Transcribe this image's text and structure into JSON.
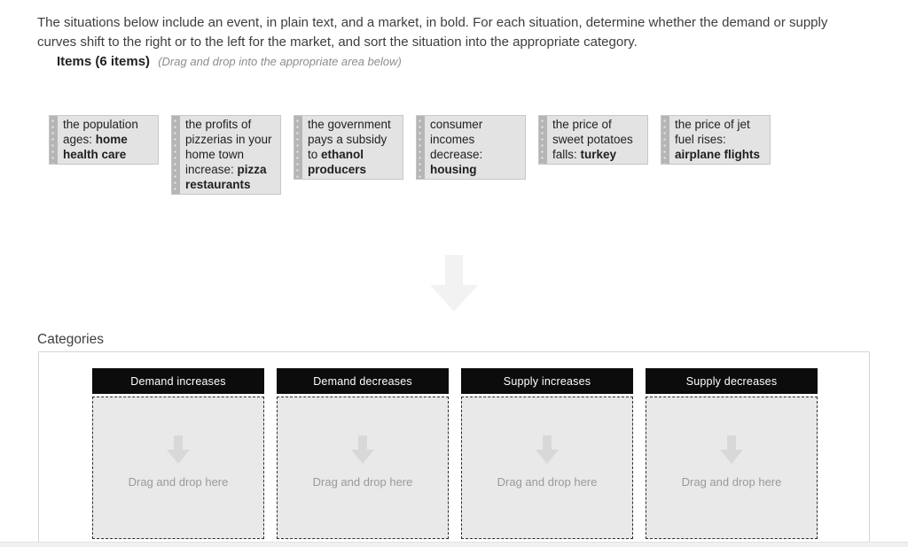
{
  "instructions": {
    "text": "The situations below include an event, in plain text, and a market, in bold. For each situation, determine whether the demand or supply curves shift to the right or to the left for the market, and sort the situation into the appropriate category.",
    "items_label": "Items (6 items)",
    "items_hint": "(Drag and drop into the appropriate area below)"
  },
  "items": [
    {
      "event": "the population ages: ",
      "market": "home health care"
    },
    {
      "event": "the profits of pizzerias in your home town increase: ",
      "market": "pizza restaurants"
    },
    {
      "event": "the government pays a subsidy to ",
      "market": "ethanol producers"
    },
    {
      "event": "consumer incomes decrease: ",
      "market": "housing"
    },
    {
      "event": "the price of sweet potatoes falls: ",
      "market": "turkey"
    },
    {
      "event": "the price of jet fuel rises: ",
      "market": "airplane flights"
    }
  ],
  "categories": {
    "heading": "Categories",
    "columns": [
      {
        "label": "Demand increases",
        "placeholder": "Drag and drop here"
      },
      {
        "label": "Demand decreases",
        "placeholder": "Drag and drop here"
      },
      {
        "label": "Supply increases",
        "placeholder": "Drag and drop here"
      },
      {
        "label": "Supply decreases",
        "placeholder": "Drag and drop here"
      }
    ]
  },
  "colors": {
    "category_header_bg": "#0c0c0c",
    "item_card_bg": "#e3e3e3",
    "dropzone_bg": "#e9e9e9",
    "muted_text": "#9a9a9a"
  }
}
